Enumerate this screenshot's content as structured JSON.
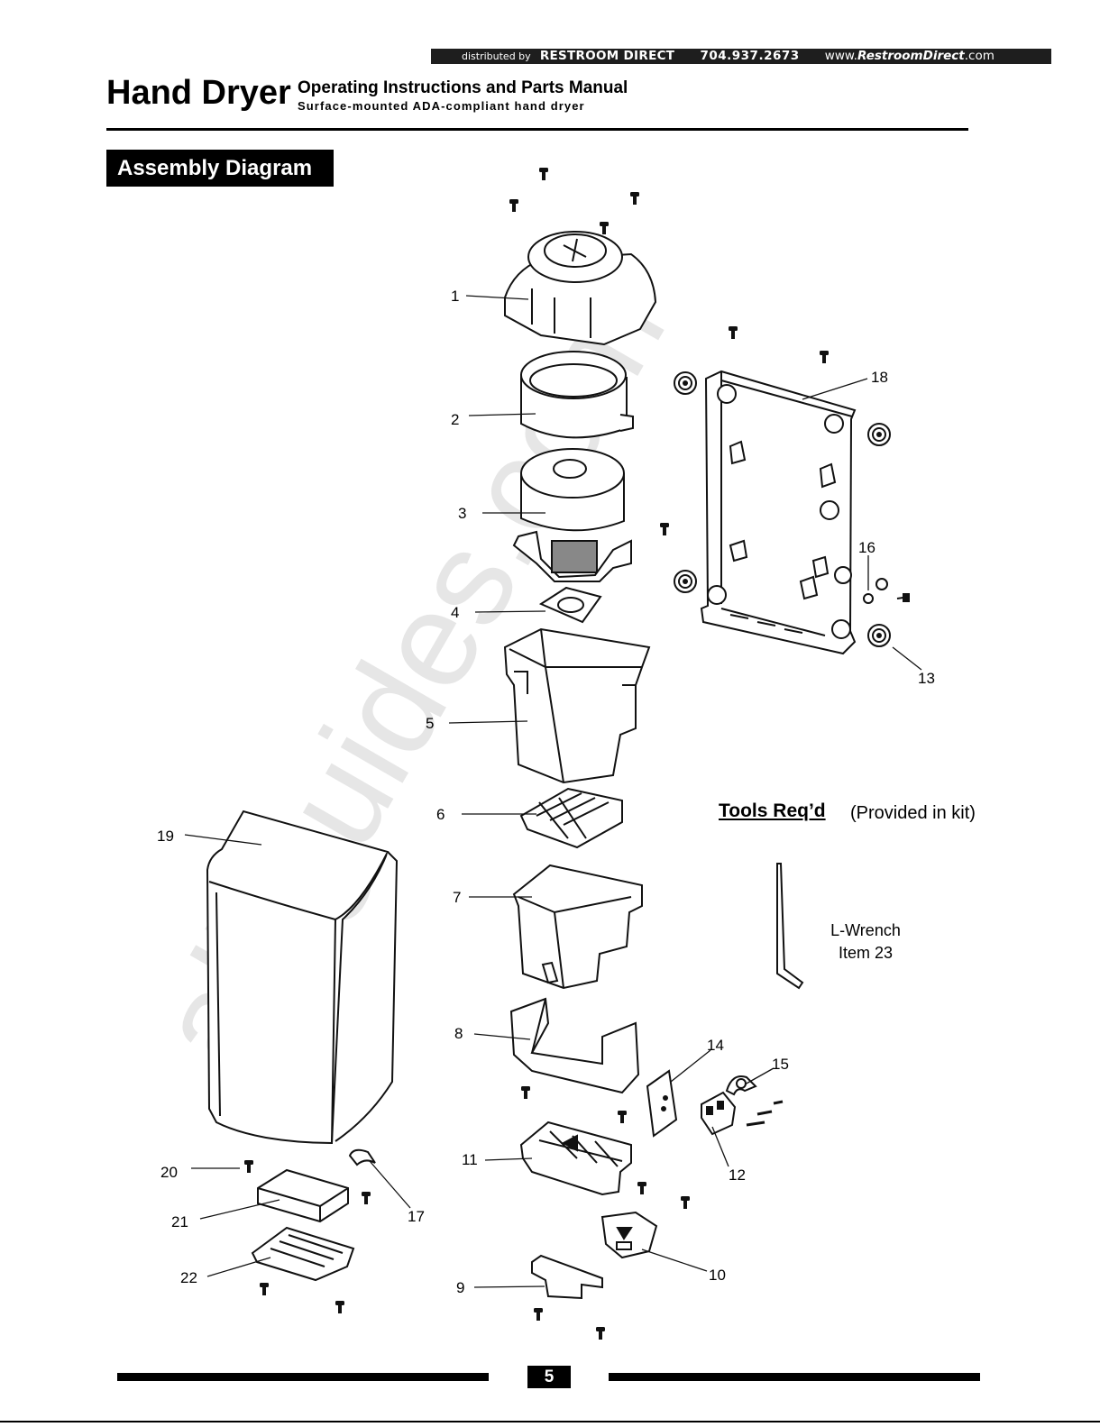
{
  "header": {
    "distributed_by": "distributed by",
    "brand": "RESTROOM DIRECT",
    "phone": "704.937.2673",
    "web_prefix": "www.",
    "web_name": "RestroomDirect",
    "web_suffix": ".com"
  },
  "title": "Hand Dryer",
  "subtitle_line1": "Operating Instructions and Parts Manual",
  "subtitle_line2": "Surface-mounted ADA-compliant hand dryer",
  "section_title": "Assembly Diagram",
  "watermark": "all-guides.com",
  "callouts": [
    "1",
    "2",
    "3",
    "4",
    "5",
    "6",
    "7",
    "8",
    "9",
    "10",
    "11",
    "12",
    "13",
    "14",
    "15",
    "16",
    "17",
    "18",
    "19",
    "20",
    "21",
    "22"
  ],
  "tools": {
    "title": "Tools Req’d",
    "note": "(Provided in kit)",
    "item_name": "L-Wrench",
    "item_number": "Item 23"
  },
  "page_number": "5"
}
